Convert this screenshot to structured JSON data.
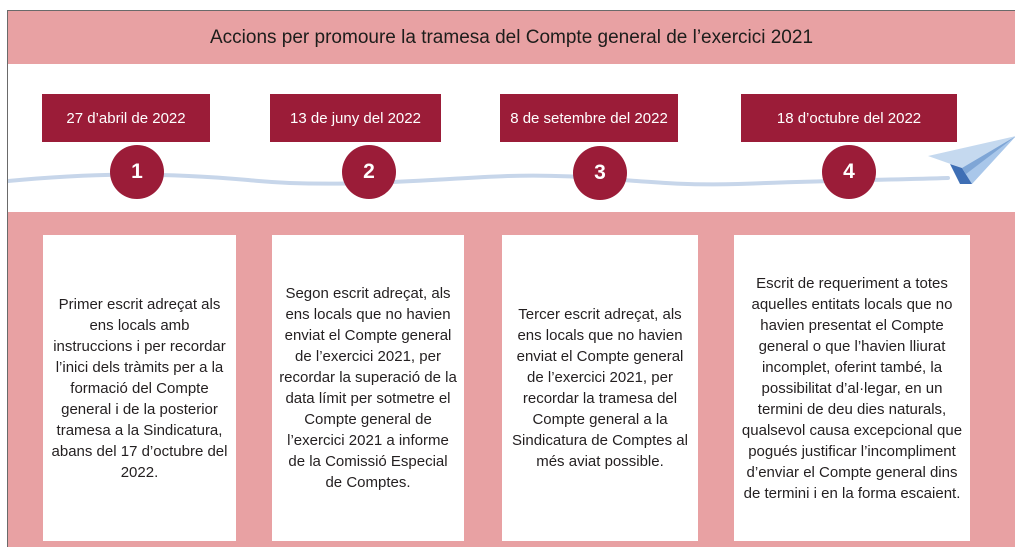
{
  "title": "Accions per promoure la tramesa del Compte general de l’exercici 2021",
  "colors": {
    "band": "#e8a1a3",
    "accent": "#9b1c38",
    "line": "#c7d6ea",
    "plane_light": "#a9c7ea",
    "plane_dark": "#3f6fb5"
  },
  "icons": {
    "plane": "paper-plane-icon"
  },
  "steps": [
    {
      "number": "1",
      "date": "27 d’abril de 2022",
      "text": "Primer escrit adreçat als ens locals amb instruccions i per recordar l’inici dels tràmits per a la formació del Compte general i de la posterior tramesa a la Sindicatura, abans del 17 d’octubre del 2022."
    },
    {
      "number": "2",
      "date": "13 de juny del 2022",
      "text": "Segon escrit adreçat, als ens locals que no havien enviat el Compte general de l’exercici 2021, per recordar la superació de la data límit per sotmetre el Compte general de l’exercici 2021 a informe de la Comissió Especial de Comptes."
    },
    {
      "number": "3",
      "date": "8 de setembre del 2022",
      "text": "Tercer escrit adreçat, als ens locals que no havien enviat el Compte general de l’exercici 2021, per recordar la tramesa del Compte general a la Sindicatura de Comptes al més aviat possible."
    },
    {
      "number": "4",
      "date": "18 d’octubre del 2022",
      "text": "Escrit de requeriment a totes aquelles entitats locals que no havien presentat el Compte general o que l’havien lliurat incomplet, oferint també, la possibilitat d’al·legar, en un termini de deu dies naturals, qualsevol causa excepcional que pogués justificar l’incompliment d’enviar el Compte general dins de termini i en la forma escaient."
    }
  ]
}
